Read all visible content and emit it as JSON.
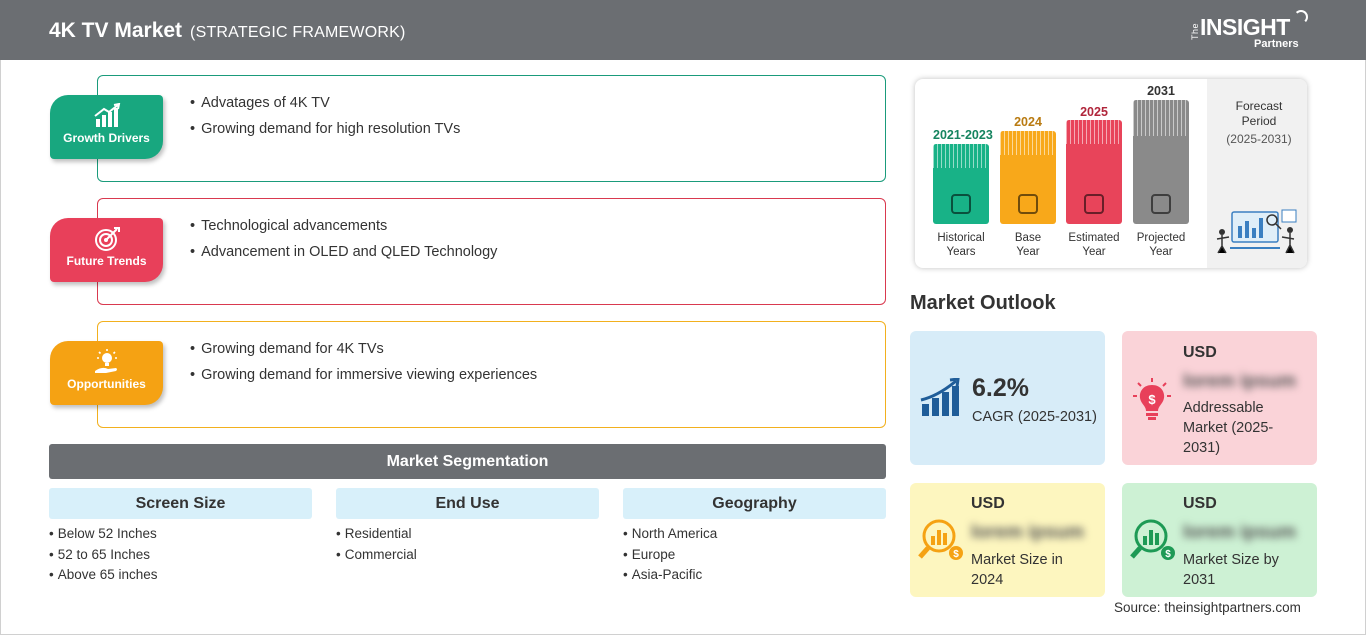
{
  "header": {
    "title": "4K TV Market",
    "subtitle": "(STRATEGIC FRAMEWORK)",
    "logo_the": "The",
    "logo_insight": "INSIGHT",
    "logo_partners": "Partners"
  },
  "strategy": [
    {
      "label": "Growth Drivers",
      "icon": "growth-chart-icon",
      "color": "#18a77f",
      "points": [
        "Advatages of 4K TV",
        "Growing demand for high resolution TVs"
      ]
    },
    {
      "label": "Future Trends",
      "icon": "target-icon",
      "color": "#e8405a",
      "points": [
        "Technological advancements",
        "Advancement in OLED and QLED Technology"
      ]
    },
    {
      "label": "Opportunities",
      "icon": "lightbulb-hand-icon",
      "color": "#f5a213",
      "points": [
        "Growing demand for 4K TVs",
        "Growing demand for immersive viewing experiences"
      ]
    }
  ],
  "segmentation": {
    "title": "Market Segmentation",
    "columns": [
      {
        "head": "Screen Size",
        "items": [
          "Below 52 Inches",
          "52 to 65 Inches",
          "Above 65 inches"
        ]
      },
      {
        "head": "End Use",
        "items": [
          "Residential",
          "Commercial"
        ]
      },
      {
        "head": "Geography",
        "items": [
          "North America",
          "Europe",
          "Asia-Pacific"
        ]
      }
    ]
  },
  "timeline": {
    "bars": [
      {
        "year": "2021-2023",
        "label_1": "Historical",
        "label_2": "Years",
        "color": "#18b287",
        "year_color": "#15845f",
        "icon": "history-icon"
      },
      {
        "year": "2024",
        "label_1": "Base",
        "label_2": "Year",
        "color": "#f8a81a",
        "year_color": "#b97b12",
        "icon": "calendar-icon"
      },
      {
        "year": "2025",
        "label_1": "Estimated",
        "label_2": "Year",
        "color": "#e8445a",
        "year_color": "#b0263b",
        "icon": "estimate-icon"
      },
      {
        "year": "2031",
        "label_1": "Projected",
        "label_2": "Year",
        "color": "#8a8a8a",
        "year_color": "#333333",
        "icon": "presentation-icon"
      }
    ],
    "forecast_1": "Forecast",
    "forecast_2": "Period",
    "forecast_3": "(2025-2031)"
  },
  "outlook": {
    "title": "Market Outlook",
    "cagr_value": "6.2%",
    "cagr_label": "CAGR (2025-2031)",
    "addressable": {
      "usd": "USD",
      "value": "lorem ipsum",
      "desc_1": "Addressable",
      "desc_2": "Market (2025-",
      "desc_3": "2031)"
    },
    "size_2024": {
      "usd": "USD",
      "value": "lorem ipsum",
      "desc_1": "Market Size in",
      "desc_2": "2024"
    },
    "size_2031": {
      "usd": "USD",
      "value": "lorem ipsum",
      "desc_1": "Market Size by",
      "desc_2": "2031"
    }
  },
  "source": "Source: theinsightpartners.com"
}
